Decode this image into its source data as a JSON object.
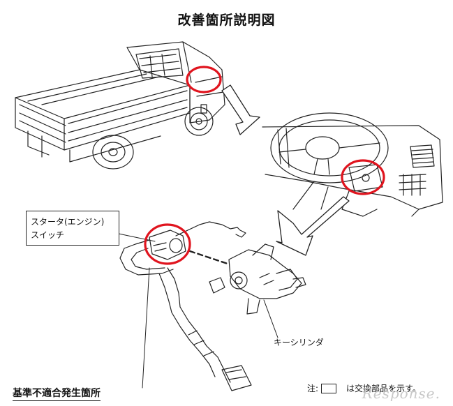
{
  "title": "改善箇所説明図",
  "callout": {
    "line1": "スタータ(エンジン)",
    "line2": "スイッチ"
  },
  "key_cylinder_label": "キーシリンダ",
  "site_label": "基準不適合発生箇所",
  "note": {
    "prefix": "注:",
    "suffix": "は交換部品を示す。"
  },
  "watermark": "Response.",
  "colors": {
    "highlight_circle": "#e0141e",
    "line": "#222222"
  }
}
